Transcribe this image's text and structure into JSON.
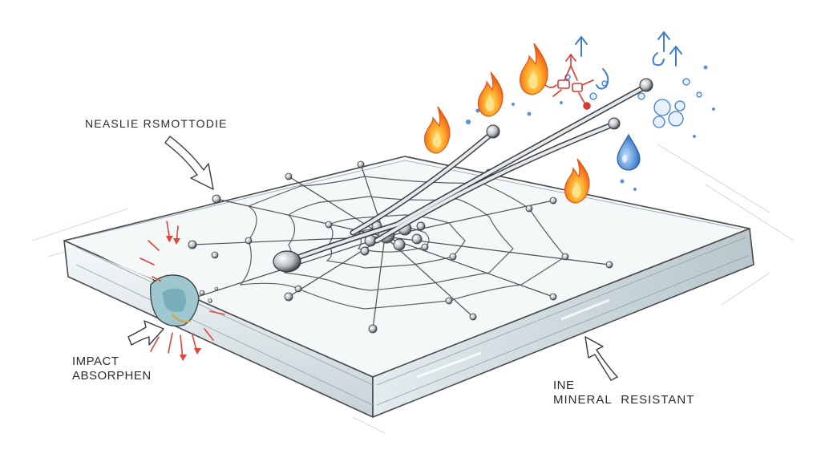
{
  "labels": {
    "top_left": "NEASLIE RSMOTTODIE",
    "impact_line1": "IMPACT",
    "impact_line2": "ABSORPHEN",
    "mineral_line1": "INE",
    "mineral_line2": "MINERAL  RESISTANT"
  },
  "colors": {
    "ink": "#3a3a3a",
    "glass_fill": "#eef3f5",
    "glass_edge": "#c9d6db",
    "flame_outer": "#f26b1d",
    "flame_inner": "#ffc23a",
    "water_blue": "#3f7fd0",
    "impact_red": "#e0453a"
  },
  "icons": [
    "flame-icon",
    "water-drop-icon",
    "up-arrow-icon",
    "bubble-icon",
    "pointer-arrow-icon"
  ]
}
